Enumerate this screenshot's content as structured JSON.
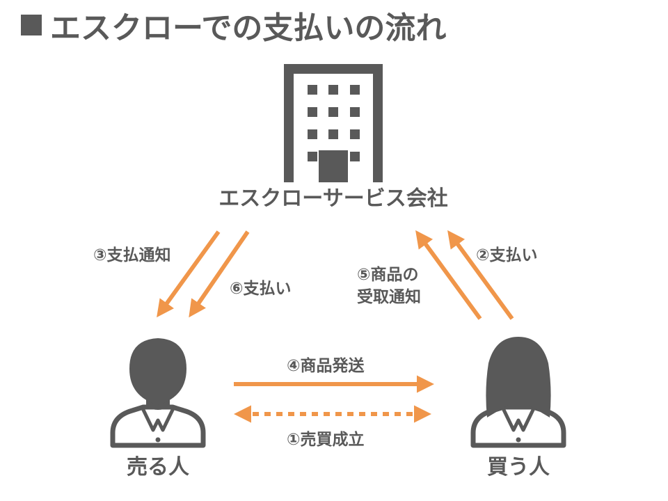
{
  "title": "エスクローでの支払いの流れ",
  "nodes": {
    "escrow": {
      "label": "エスクローサービス会社",
      "icon": "office-building-icon"
    },
    "seller": {
      "label": "売る人",
      "icon": "male-person-icon"
    },
    "buyer": {
      "label": "買う人",
      "icon": "female-person-icon"
    }
  },
  "steps": {
    "s1": "①売買成立",
    "s2": "②支払い",
    "s3": "③支払通知",
    "s4": "④商品発送",
    "s5_line1": "⑤商品の",
    "s5_line2": "受取通知",
    "s6": "⑥支払い"
  },
  "colors": {
    "arrow": "#F0964A",
    "icon": "#595959",
    "text": "#595959"
  }
}
